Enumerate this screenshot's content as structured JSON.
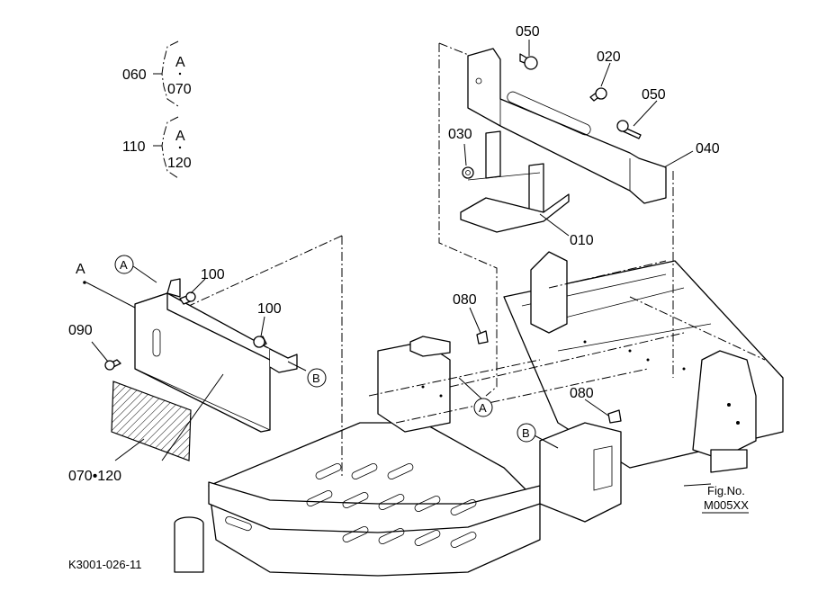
{
  "groups": [
    {
      "id": "060",
      "top": "A",
      "bottom": "070"
    },
    {
      "id": "110",
      "top": "A",
      "bottom": "120"
    }
  ],
  "parts": {
    "p010": "010",
    "p020": "020",
    "p030": "030",
    "p040": "040",
    "p050a": "050",
    "p050b": "050",
    "p080a": "080",
    "p080b": "080",
    "p090": "090",
    "p100a": "100",
    "p100b": "100",
    "p070_120": "070•120"
  },
  "ref_markers": {
    "a_plain": "A",
    "a_circle_top": "A",
    "b_circle_top": "B",
    "a_circle_frame": "A",
    "b_circle_frame": "B"
  },
  "fig": {
    "label": "Fig.No.",
    "number": "M005XX"
  },
  "drawing_code": "K3001-026-11"
}
